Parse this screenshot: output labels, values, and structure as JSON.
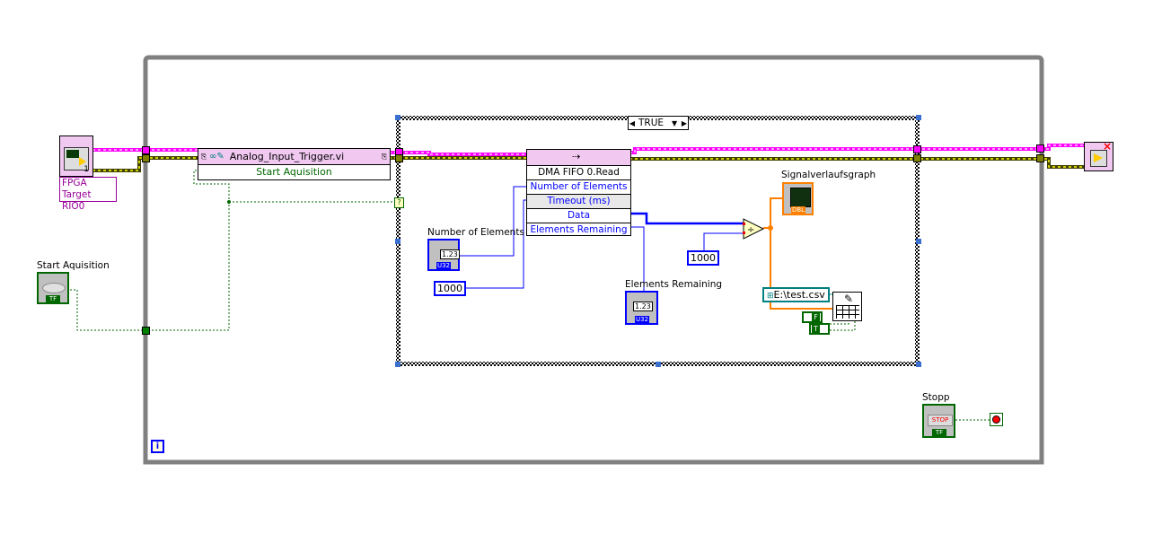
{
  "diagram": {
    "fpga_reference": {
      "label": "FPGA Target\nRIO0",
      "label_line1": "FPGA Target",
      "label_line2": "RIO0",
      "badge": "1"
    },
    "subvi": {
      "name": "Analog_Input_Trigger.vi",
      "input": "Start Aquisition"
    },
    "case_structure": {
      "selector_value": "TRUE"
    },
    "dma_node": {
      "method": "DMA FIFO 0.Read",
      "rows": [
        "Number of Elements",
        "Timeout (ms)",
        "Data",
        "Elements Remaining"
      ]
    },
    "controls": {
      "start_acquisition": {
        "label": "Start Aquisition",
        "type": "TF"
      },
      "number_of_elements": {
        "label": "Number of Elements",
        "value": "1.23",
        "type": "U32"
      },
      "stop": {
        "label": "Stopp",
        "button_text": "STOP",
        "type": "TF"
      }
    },
    "indicators": {
      "elements_remaining": {
        "label": "Elements Remaining",
        "value": "1.23",
        "type": "U32"
      },
      "waveform_graph": {
        "label": "Signalverlaufsgraph",
        "type": "DBL"
      }
    },
    "constants": {
      "timeout": "1000",
      "divisor": "1000",
      "file_path": "E:\\test.csv",
      "bool_false": "F",
      "bool_true": "T"
    },
    "loop": {
      "iteration_terminal": "i",
      "case_selector_tunnel": "?"
    },
    "colors": {
      "refnum_wire": "#ff00ff",
      "error_wire": "#808000",
      "numeric_wire": "#0000ff",
      "dbl_wire": "#ff8000",
      "bool_wire": "#006600",
      "path_wire": "#008080",
      "loop_border": "#808080"
    }
  }
}
